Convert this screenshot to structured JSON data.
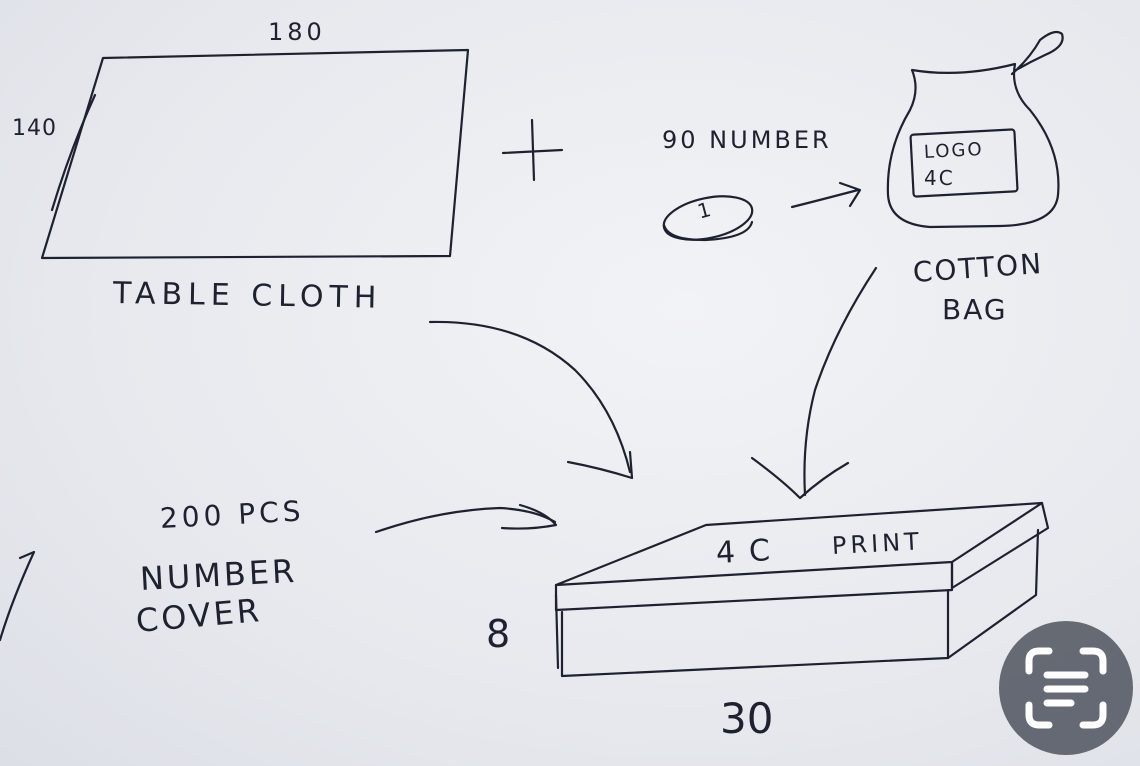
{
  "sketch": {
    "tablecloth_width": "180",
    "tablecloth_height": "140",
    "plus_sign": "+",
    "tablecloth_label": "TABLE CLOTH",
    "number_qty_label": "90 NUMBER",
    "token_number": "1",
    "bag_logo_line1": "LOGO",
    "bag_logo_line2": "4C",
    "bag_label_line1": "COTTON",
    "bag_label_line2": "BAG",
    "cover_qty": "200 PCS",
    "cover_label_line1": "NUMBER",
    "cover_label_line2": "COVER",
    "box_print_label": "4C",
    "box_print_word": "PRINT",
    "box_height": "8",
    "box_length": "30"
  },
  "icons": {
    "scan_button": "text-scan-icon"
  }
}
